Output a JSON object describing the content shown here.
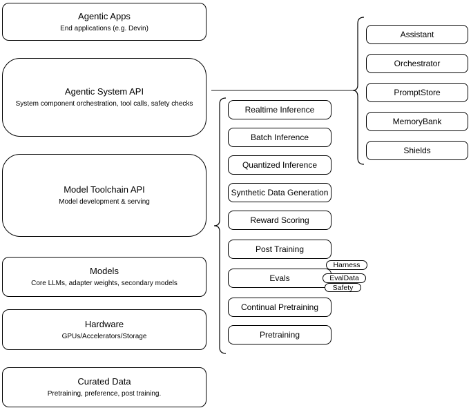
{
  "stack_boxes": [
    {
      "title": "Agentic Apps",
      "subtitle": "End applications (e.g. Devin)"
    },
    {
      "title": "Agentic System API",
      "subtitle": "System component orchestration, tool calls, safety checks"
    },
    {
      "title": "Model Toolchain API",
      "subtitle": "Model development & serving"
    },
    {
      "title": "Models",
      "subtitle": "Core LLMs, adapter weights, secondary models"
    },
    {
      "title": "Hardware",
      "subtitle": "GPUs/Accelerators/Storage"
    },
    {
      "title": "Curated Data",
      "subtitle": "Pretraining, preference, post training."
    }
  ],
  "toolchain_items": [
    "Realtime Inference",
    "Batch Inference",
    "Quantized Inference",
    "Synthetic Data Generation",
    "Reward Scoring",
    "Post Training",
    "Evals",
    "Continual Pretraining",
    "Pretraining"
  ],
  "eval_pills": [
    "Harness",
    "EvalData",
    "Safety"
  ],
  "system_items": [
    "Assistant",
    "Orchestrator",
    "PromptStore",
    "MemoryBank",
    "Shields"
  ],
  "colors": {
    "stroke": "#000000",
    "connector": "#666666",
    "background": "#ffffff",
    "text": "#000000"
  }
}
